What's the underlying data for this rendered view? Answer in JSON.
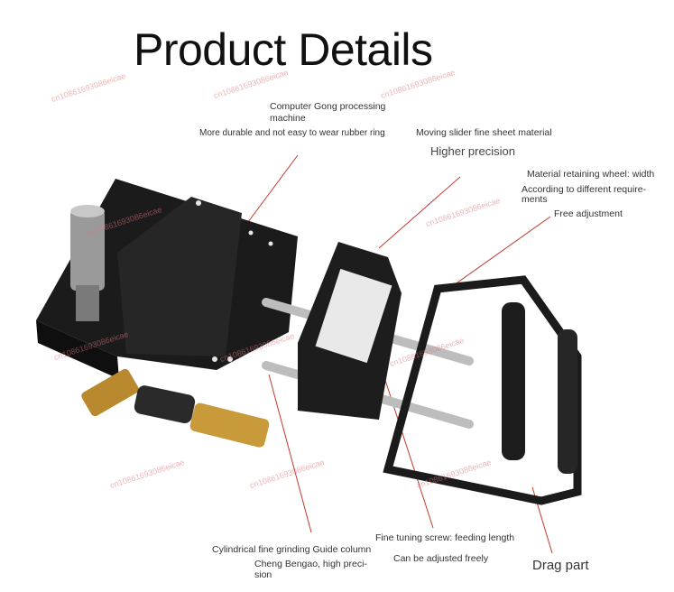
{
  "title": "Product Details",
  "annotations": {
    "gong_1": "Computer Gong processing",
    "gong_2": "machine",
    "durable": "More durable and not easy to wear rubber ring",
    "slider": "Moving slider fine sheet material",
    "precision": "Higher precision",
    "wheel_1": "Material retaining wheel: width",
    "wheel_2": "According to different require-",
    "wheel_3": "ments",
    "free_adj": "Free adjustment",
    "guide_1": "Cylindrical fine grinding Guide column",
    "guide_2": "Cheng Bengao, high preci-",
    "guide_3": "sion",
    "screw_1": "Fine tuning screw: feeding length",
    "screw_2": "Can be adjusted freely",
    "drag": "Drag part"
  },
  "watermark": "cn10861693086eicae",
  "colors": {
    "leader": "#c0392b",
    "body": "#1b1b1b",
    "brass": "#b8892e"
  }
}
